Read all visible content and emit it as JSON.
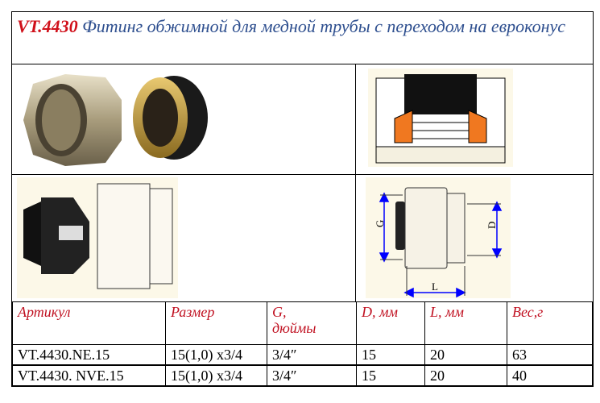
{
  "title": {
    "code": "VT.4430",
    "text": " Фитинг обжимной для медной трубы с переходом на евроконус"
  },
  "table": {
    "headers": [
      "Артикул",
      "Размер",
      "G,\nдюймы",
      "D, мм",
      "L, мм",
      "Вес,г"
    ],
    "header_g_line1": "G,",
    "header_g_line2": "дюймы",
    "rows": [
      [
        "VT.4430.NE.15",
        "15(1,0) x3/4",
        "3/4″",
        "15",
        "20",
        "63"
      ],
      [
        "VT.4430. NVE.15",
        "15(1,0) x3/4",
        "3/4″",
        "15",
        "20",
        "40"
      ]
    ]
  },
  "drawing_labels": {
    "g": "G",
    "d": "D",
    "l": "L"
  },
  "colors": {
    "title_code": "#d0101a",
    "title_text": "#2e4f8f",
    "header": "#c01020"
  }
}
